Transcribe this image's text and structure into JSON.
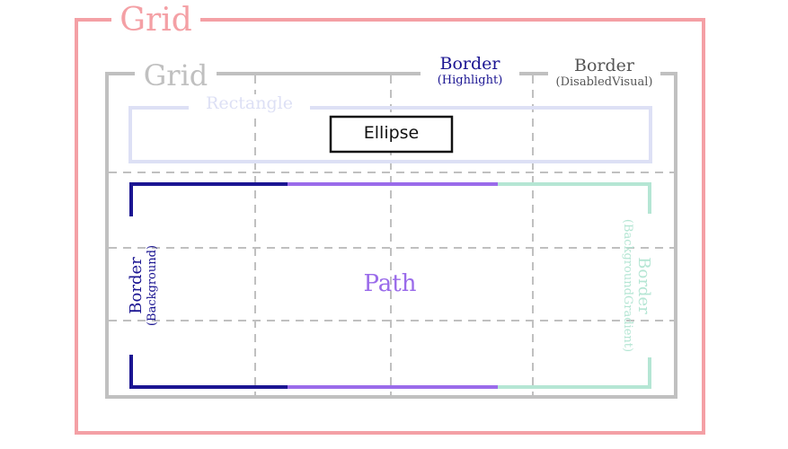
{
  "outer_grid": {
    "label": "Grid",
    "color": "#f4a0a5"
  },
  "inner_grid": {
    "label": "Grid",
    "color": "#c0c0c0"
  },
  "border_highlight": {
    "label": "Border",
    "sublabel": "(Highlight)",
    "color": "#1b1592"
  },
  "border_disabled": {
    "label": "Border",
    "sublabel": "(DisabledVisual)",
    "color": "#555555"
  },
  "rectangle": {
    "label": "Rectangle",
    "color": "#dde0f5"
  },
  "ellipse": {
    "label": "Ellipse",
    "color": "#111111"
  },
  "border_background": {
    "label": "Border",
    "sublabel": "(Background)",
    "color": "#1b1592"
  },
  "path": {
    "label": "Path",
    "color": "#9a6bea"
  },
  "border_gradient": {
    "label": "Border",
    "sublabel": "(BackgroundGradient)",
    "color": "#b5e6d4"
  }
}
